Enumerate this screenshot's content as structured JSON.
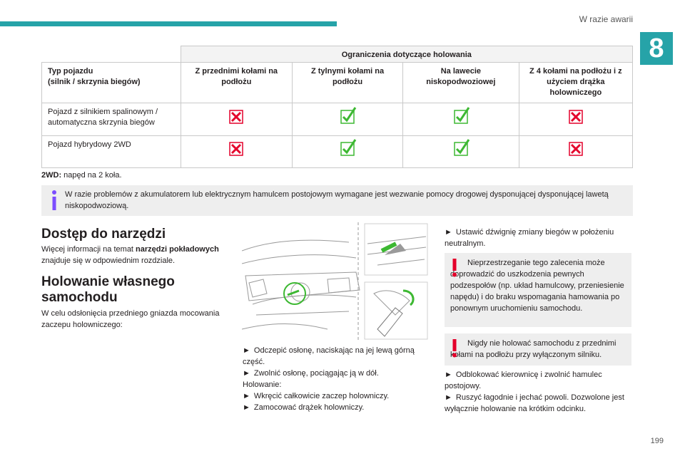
{
  "header": {
    "chapter_title": "W razie awarii",
    "chapter_number": "8",
    "accent_color": "#26a3a8"
  },
  "table": {
    "group_header": "Ograniczenia dotyczące holowania",
    "columns": [
      "Typ pojazdu\n(silnik / skrzynia biegów)",
      "Z przednimi kołami na podłożu",
      "Z tylnymi kołami na podłożu",
      "Na lawecie niskopodwoziowej",
      "Z 4 kołami na podłożu i z użyciem drążka holowniczego"
    ],
    "rows": [
      {
        "label": "Pojazd z silnikiem spalinowym / automatyczna skrzynia biegów",
        "marks": [
          "cross",
          "check",
          "check",
          "cross"
        ]
      },
      {
        "label": "Pojazd hybrydowy 2WD",
        "marks": [
          "cross",
          "check",
          "check",
          "cross"
        ]
      }
    ]
  },
  "note_2wd": {
    "term": "2WD:",
    "text": " napęd na 2 koła."
  },
  "info_box": {
    "text": "W razie problemów z akumulatorem lub elektrycznym hamulcem postojowym wymagane jest wezwanie pomocy drogowej dysponującej dysponującej lawetą niskopodwoziową."
  },
  "section_tools": {
    "title": "Dostęp do narzędzi",
    "text_before": "Więcej informacji na temat ",
    "text_bold": "narzędzi pokładowych",
    "text_after": " znajduje się w odpowiednim rozdziale."
  },
  "section_tow": {
    "title": "Holowanie własnego samochodu",
    "text": "W celu odsłonięcia przedniego gniazda mocowania zaczepu holowniczego:"
  },
  "steps_mid": [
    {
      "arrow": true,
      "text": "Odczepić osłonę, naciskając na jej lewą górną część."
    },
    {
      "arrow": true,
      "text": "Zwolnić osłonę, pociągając ją w dół."
    },
    {
      "arrow": false,
      "text": "Holowanie:"
    },
    {
      "arrow": true,
      "text": "Wkręcić całkowicie zaczep holowniczy."
    },
    {
      "arrow": true,
      "text": "Zamocować drążek holowniczy."
    }
  ],
  "steps_right_1": {
    "text": "Ustawić dźwignię zmiany biegów w położeniu neutralnym."
  },
  "warning_1": "Nieprzestrzeganie tego zalecenia może doprowadzić do uszkodzenia pewnych podzespołów (np. układ hamulcowy, przeniesienie napędu) i do braku wspomagania hamowania po ponownym uruchomieniu samochodu.",
  "warning_2": "Nigdy nie holować samochodu z przednimi kołami na podłożu przy wyłączonym silniku.",
  "steps_right_2": [
    {
      "text": "Odblokować kierownicę i zwolnić hamulec postojowy."
    },
    {
      "text": "Ruszyć łagodnie i jechać powoli. Dozwolone jest wyłącznie holowanie na krótkim odcinku."
    }
  ],
  "symbols": {
    "arrow": "►",
    "warning_color": "#e4002b",
    "info_color": "#7c4dff",
    "cross_color": "#e4002b",
    "check_color": "#3db832"
  },
  "page_number": "199"
}
